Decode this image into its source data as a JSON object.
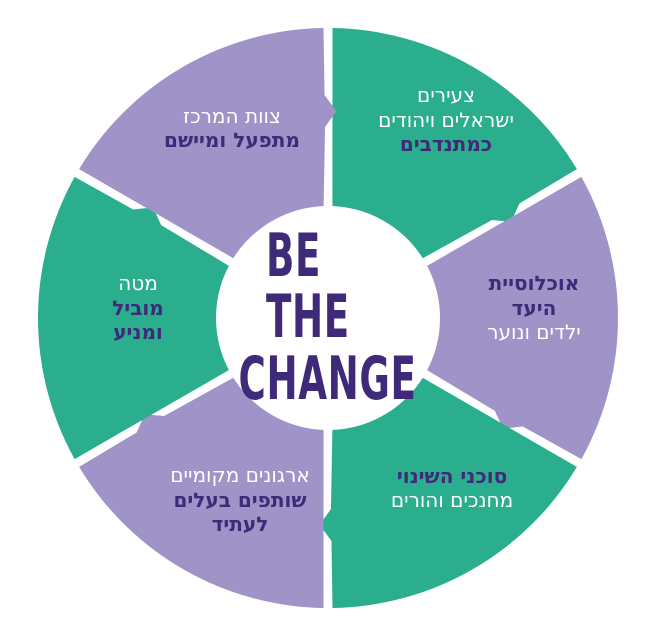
{
  "colors": {
    "green": "#2aae8e",
    "purple": "#9f93c8",
    "center_fill": "#ffffff",
    "title_text": "#3e2a78",
    "label_dark": "#3e2a78",
    "label_light": "#ffffff"
  },
  "center": {
    "line1": "BE THE",
    "line2": "CHANGE"
  },
  "segments": [
    {
      "id": "volunteers",
      "color": "green",
      "lines": [
        {
          "text": "צעירים",
          "bold": false,
          "tone": "light"
        },
        {
          "text": "ישראלים ויהודים",
          "bold": false,
          "tone": "light"
        },
        {
          "text": "כמתנדבים",
          "bold": true,
          "tone": "dark"
        }
      ]
    },
    {
      "id": "target-population",
      "color": "purple",
      "lines": [
        {
          "text": "אוכלוסיית",
          "bold": true,
          "tone": "dark"
        },
        {
          "text": "היעד",
          "bold": true,
          "tone": "dark"
        },
        {
          "text": "ילדים ונוער",
          "bold": false,
          "tone": "light"
        }
      ]
    },
    {
      "id": "change-agents",
      "color": "green",
      "lines": [
        {
          "text": "סוכני השינוי",
          "bold": true,
          "tone": "dark"
        },
        {
          "text": "מחנכים והורים",
          "bold": false,
          "tone": "light"
        }
      ]
    },
    {
      "id": "local-organizations",
      "color": "purple",
      "lines": [
        {
          "text": "ארגונים מקומיים",
          "bold": false,
          "tone": "light"
        },
        {
          "text": "שותפים בעלים",
          "bold": true,
          "tone": "dark"
        },
        {
          "text": "לעתיד",
          "bold": true,
          "tone": "dark"
        }
      ]
    },
    {
      "id": "leading-hq",
      "color": "green",
      "lines": [
        {
          "text": "מטה",
          "bold": false,
          "tone": "light"
        },
        {
          "text": "מוביל",
          "bold": true,
          "tone": "dark"
        },
        {
          "text": "ומניע",
          "bold": true,
          "tone": "dark"
        }
      ]
    },
    {
      "id": "center-team",
      "color": "purple",
      "lines": [
        {
          "text": "צוות המרכז",
          "bold": false,
          "tone": "light"
        },
        {
          "text": "מתפעל ומיישם",
          "bold": true,
          "tone": "dark"
        }
      ]
    }
  ]
}
